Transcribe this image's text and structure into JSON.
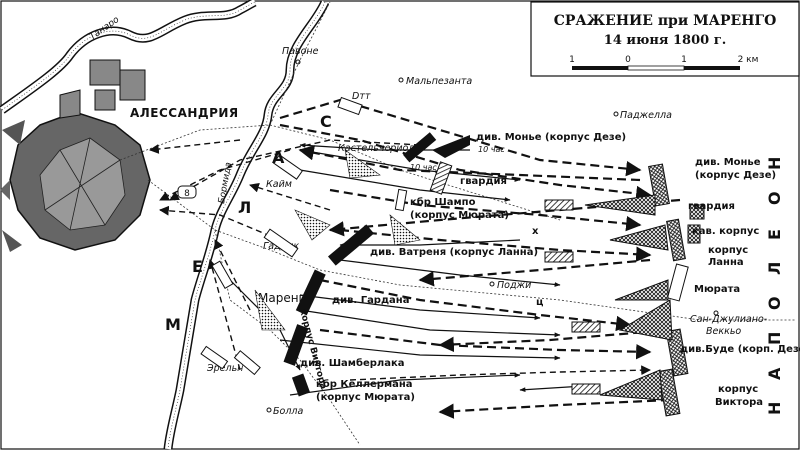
{
  "title": "СРАЖЕНИЕ при МАРЕНГО",
  "subtitle": "14 июня 1800 г.",
  "scale": {
    "labels": [
      "1",
      "0",
      "1",
      "2 км"
    ]
  },
  "rivers": {
    "tanaro": "Танаро",
    "bormida": "Бормида"
  },
  "places": {
    "alessandria": "АЛЕССАНДРИЯ",
    "pavone": "Павоне",
    "malpesanta": "Мальпезанта",
    "padzhella": "Паджелла",
    "castelceriolo": "Кастельчериоло",
    "dtt": "Dтт",
    "kaym": "Кайм",
    "gaddik": "Гаддик",
    "marengo": "Маренго",
    "podzhi": "Поджи",
    "erelni": "Эрельн",
    "bolla": "Болла",
    "san_giuliano": "Сан-Джулиано-Веккьо"
  },
  "times": {
    "t1": "10 час",
    "t2": "10 час"
  },
  "units": {
    "monye_left": "див. Монье (корпус Дезе)",
    "gvardiya_left": "гвардия",
    "champo": "кбр Шампо",
    "champo_sub": "(корпус Мюрата)",
    "vatrin": "див. Ватреня (корпус Ланна)",
    "gardan": "див. Гардана",
    "korpus_viktora_vert": "корпус Виктора",
    "shamberlak": "див. Шамберлака",
    "kellerman": "кбр Келлермана",
    "kellerman_sub": "(корпус Мюрата)",
    "monye_right": "див. Монье",
    "monye_right_sub": "(корпус Дезе)",
    "gvardiya_right": "гвардия",
    "kav_korpus": "кав. корпус",
    "korpus_lanna": "корпус",
    "korpus_lanna_sub": "Ланна",
    "myurata": "Мюрата",
    "bude": "див.Буде (корп. Дезе)",
    "korpus_viktora_right": "корпус",
    "korpus_viktora_right_sub": "Виктора"
  },
  "side_letters": {
    "melas": [
      "М",
      "Е",
      "Л",
      "А",
      "С"
    ],
    "napoleon": [
      "Н",
      "А",
      "П",
      "О",
      "Л",
      "Е",
      "О",
      "Н"
    ],
    "small": "х",
    "small2": "ц"
  },
  "colors": {
    "ink": "#111111",
    "paper": "#ffffff",
    "city": "#555555"
  }
}
